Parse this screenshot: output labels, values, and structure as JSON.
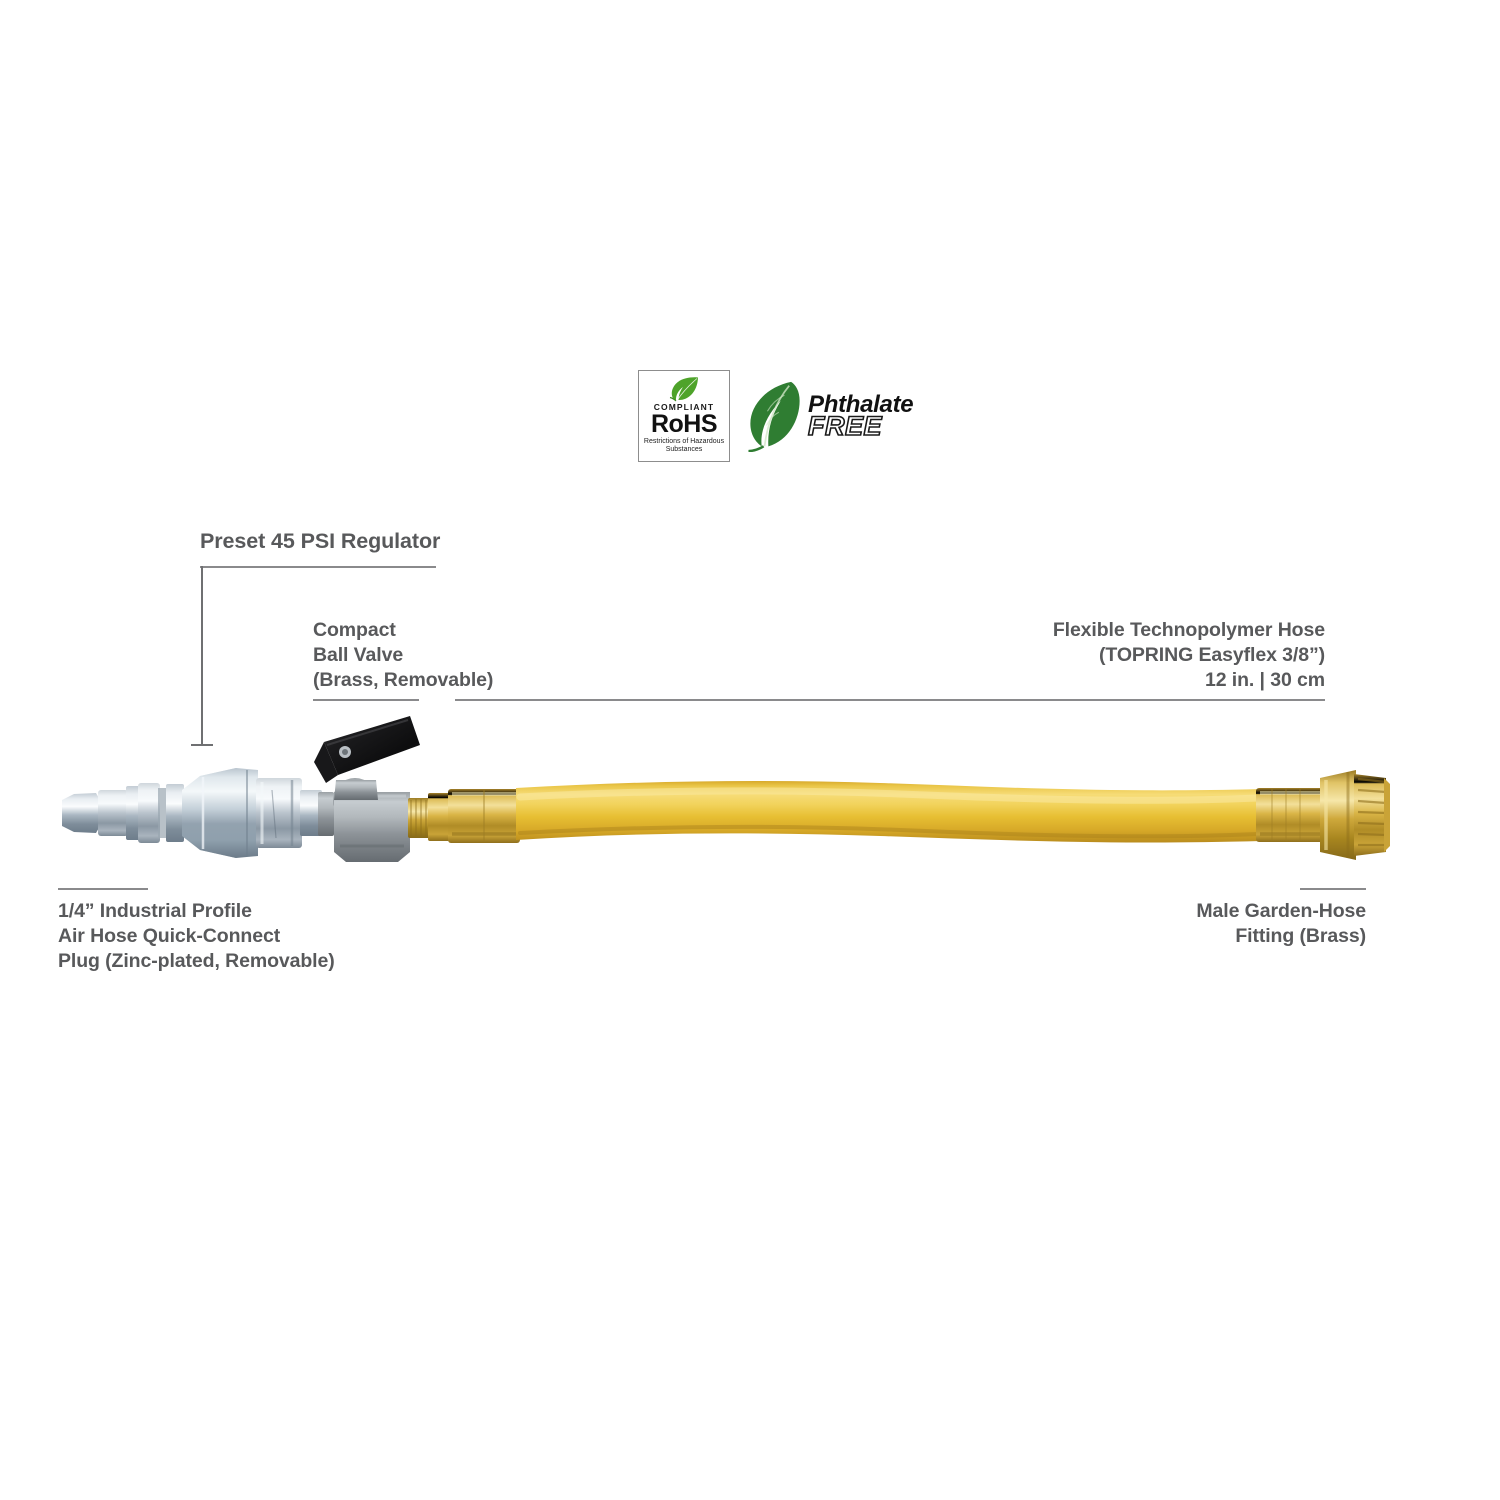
{
  "badges": {
    "rohs": {
      "compliant": "COMPLIANT",
      "name": "RoHS",
      "subtitle": "Restrictions of\nHazardous Substances",
      "leaf_color": "#4ea32a",
      "icon": "leaf-icon"
    },
    "phthalate": {
      "line1": "Phthalate",
      "line2": "FREE",
      "leaf_color": "#2f7d32",
      "icon": "leaf-icon"
    }
  },
  "callouts": {
    "regulator": {
      "text": "Preset 45 PSI Regulator"
    },
    "ball_valve": {
      "text": "Compact\nBall Valve\n(Brass, Removable)"
    },
    "hose": {
      "text": "Flexible Technopolymer Hose\n(TOPRING Easyflex 3/8”)\n12 in. | 30 cm"
    },
    "quick_connect": {
      "text": "1/4” Industrial Profile\nAir Hose Quick-Connect\nPlug (Zinc-plated, Removable)"
    },
    "garden_hose": {
      "text": "Male Garden-Hose\nFitting (Brass)"
    }
  },
  "colors": {
    "text": "#58595b",
    "rule": "#8a8a8c",
    "hose_yellow": "#e9c13c",
    "brass": "#c9a33a",
    "zinc": "#aab4bd",
    "lever_black": "#151515",
    "background": "#ffffff"
  },
  "product": {
    "name": "air-hose-to-garden-hose-regulator-assembly",
    "parts": [
      "quick-connect-plug",
      "preset-regulator",
      "ball-valve",
      "brass-ferrule",
      "technopolymer-hose",
      "male-garden-hose-fitting"
    ]
  }
}
